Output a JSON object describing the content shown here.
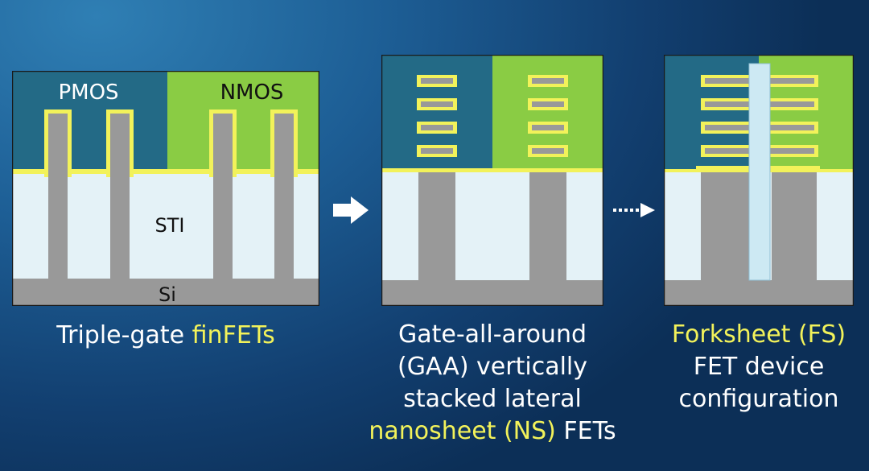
{
  "colors": {
    "pmos": "#236a86",
    "nmos": "#8acc44",
    "sti": "#e4f2f7",
    "si": "#999999",
    "liner": "#f2f25a",
    "highlight": "#f2f25a",
    "forksheet_wall": "#cde9f3"
  },
  "panel1": {
    "pmos_label": "PMOS",
    "nmos_label": "NMOS",
    "sti_label": "STI",
    "si_label": "Si"
  },
  "captions": {
    "finfet": {
      "prefix": "Triple-gate ",
      "highlight": "finFETs"
    },
    "gaa": {
      "line1": "Gate-all-around",
      "line2": "(GAA) vertically",
      "line3": "stacked lateral",
      "line4_highlight": "nanosheet (NS)",
      "line4_suffix": " FETs"
    },
    "forksheet": {
      "line1_highlight": "Forksheet (FS)",
      "line2": "FET device",
      "line3": "configuration"
    }
  },
  "arrows": {
    "solid": "right-arrow-icon",
    "dotted": "dotted-right-arrow-icon"
  }
}
